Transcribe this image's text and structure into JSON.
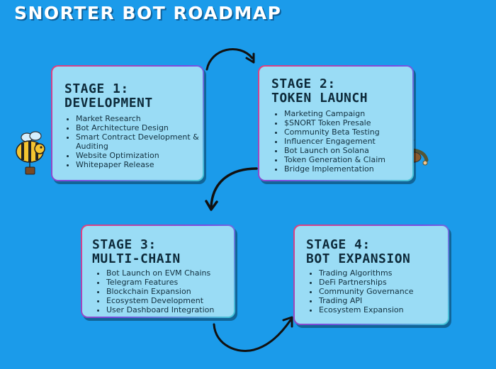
{
  "title": "SNORTER BOT ROADMAP",
  "stages": [
    {
      "heading_line1": "STAGE 1:",
      "heading_line2": "DEVELOPMENT",
      "items": [
        "Market Research",
        "Bot Architecture Design",
        "Smart Contract Development & Auditing",
        "Website Optimization",
        "Whitepaper Release"
      ]
    },
    {
      "heading_line1": "STAGE 2:",
      "heading_line2": "TOKEN LAUNCH",
      "items": [
        "Marketing Campaign",
        "$SNORT Token Presale",
        "Community Beta Testing",
        "Influencer Engagement",
        "Bot Launch on Solana",
        "Token Generation & Claim",
        "Bridge Implementation"
      ]
    },
    {
      "heading_line1": "STAGE 3:",
      "heading_line2": "MULTI-CHAIN",
      "items": [
        "Bot Launch on EVM Chains",
        "Telegram Features",
        "Blockchain Expansion",
        "Ecosystem Development",
        "User Dashboard Integration"
      ]
    },
    {
      "heading_line1": "STAGE 4:",
      "heading_line2": "BOT EXPANSION",
      "items": [
        "Trading Algorithms",
        "DeFi Partnerships",
        "Community Governance",
        "Trading API",
        "Ecosystem Expansion"
      ]
    }
  ],
  "colors": {
    "background": "#1b9bea",
    "card": "#9adcf5",
    "text": "#12303f"
  },
  "icons": [
    "bee-mascot-icon",
    "dog-mascot-icon",
    "curved-arrow-icon"
  ]
}
